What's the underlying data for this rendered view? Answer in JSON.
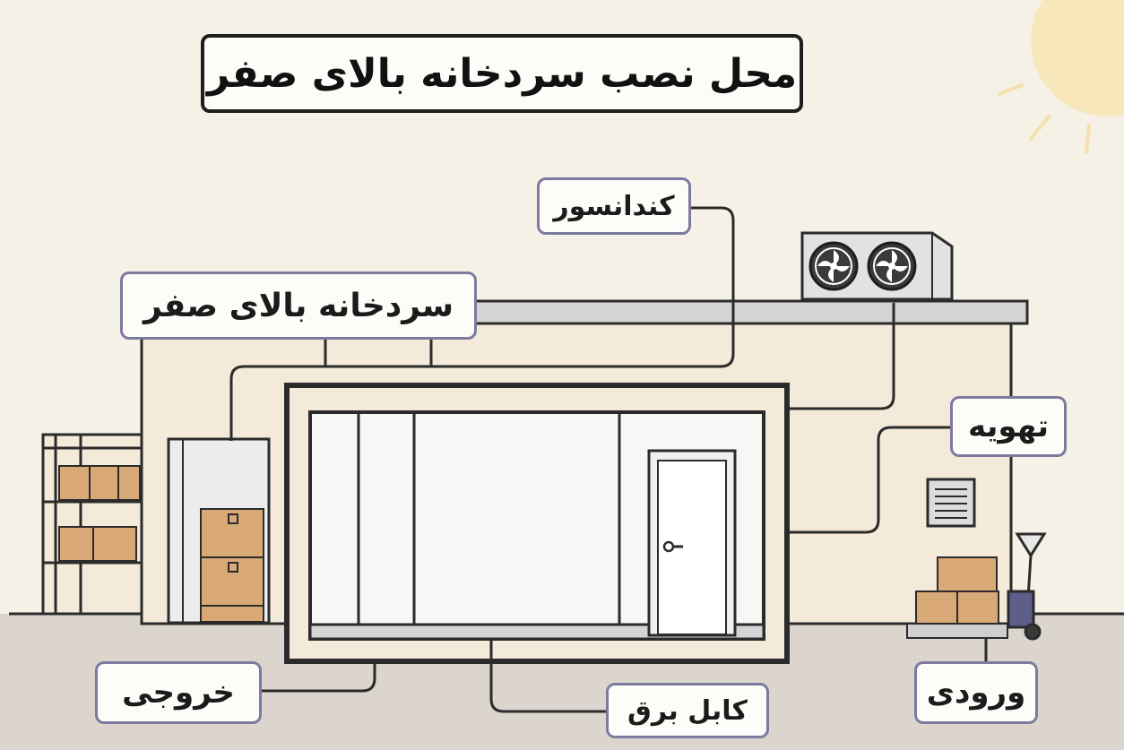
{
  "title": "محل نصب سردخانه بالای صفر",
  "labels": {
    "condenser": "کندانسور",
    "cold_room": "سردخانه بالای صفر",
    "ventilation": "تهویه",
    "exit": "خروجی",
    "entrance": "ورودی",
    "power_cable": "کابل برق"
  },
  "colors": {
    "background": "#f6f1e6",
    "wall": "#f3ead9",
    "ground": "#dcd5cd",
    "outline": "#2b2b2b",
    "box": "#d9a877",
    "label_border": "#7c7aa0",
    "sun": "#f7e0a8"
  }
}
